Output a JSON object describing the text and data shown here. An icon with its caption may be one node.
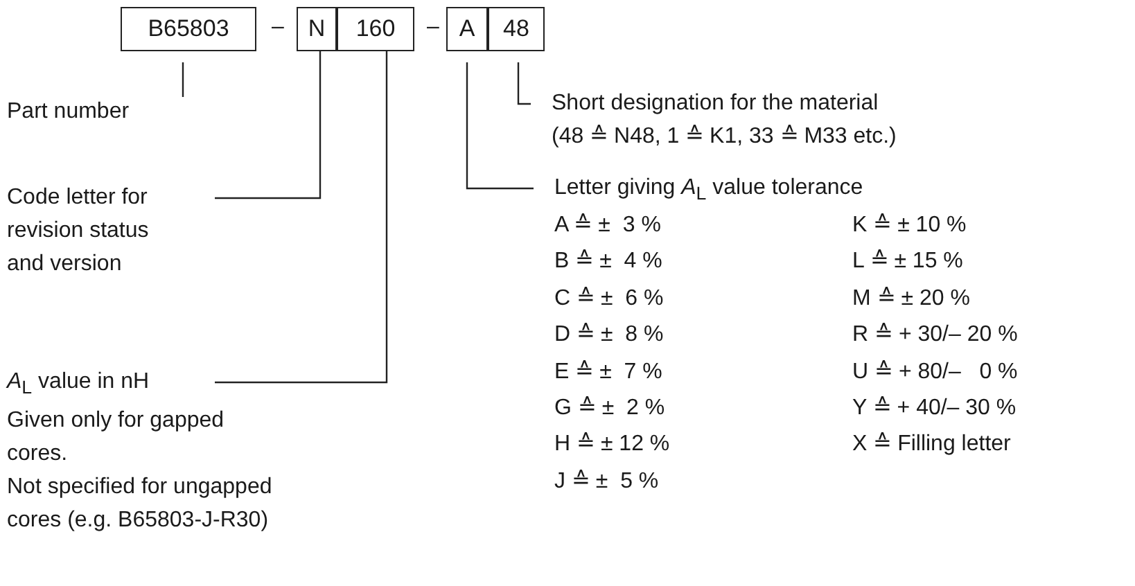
{
  "diagram": {
    "nodes": [
      {
        "text": [
          "B65803"
        ]
      },
      {
        "text": [
          "N"
        ]
      },
      {
        "text": [
          "160"
        ]
      },
      {
        "text": [
          "A"
        ]
      },
      {
        "text": [
          "48"
        ]
      },
      {
        "text": [
          "Part number"
        ]
      },
      {
        "text": [
          "Code letter for revision status and version"
        ]
      },
      {
        "text": [
          "*A*$_{L}$ value in nH",
          "Given only for gapped cores.",
          "Not specified for ungapped cores (e.g. B65803-J-R30)"
        ]
      },
      {
        "text": [
          "Letter giving *A*$_{L}$ value tolerance"
        ]
      },
      {
        "text": [
          "Short designation for the material",
          "(48 ≙ N48, 1 ≙ K1, 33 ≙ M33 etc.)"
        ]
      }
    ],
    "edges": [
      {
        "from": 5,
        "to": 0,
        "arrow": "none"
      },
      {
        "from": 6,
        "to": 1,
        "arrow": "none"
      },
      {
        "from": 7,
        "to": 2,
        "arrow": "none"
      },
      {
        "from": 8,
        "to": 3,
        "arrow": "none"
      },
      {
        "from": 9,
        "to": 4,
        "arrow": "none"
      }
    ],
    "labels": [
      "–",
      "–",
      "A ≙ ±  3 %",
      "K ≙ ± 10 %",
      "B ≙ ±  4 %",
      "L ≙ ± 15 %",
      "C ≙ ±  6 %",
      "M ≙ ± 20 %",
      "D ≙ ±  8 %",
      "R ≙ + 30/– 20 %",
      "E ≙ ±  7 %",
      "U ≙ + 80/–   0 %",
      "G ≙ ±  2 %",
      "Y ≙ + 40/– 30 %",
      "H ≙ ± 12 %",
      "X ≙ Filling letter",
      "J ≙ ±  5 %"
    ]
  }
}
